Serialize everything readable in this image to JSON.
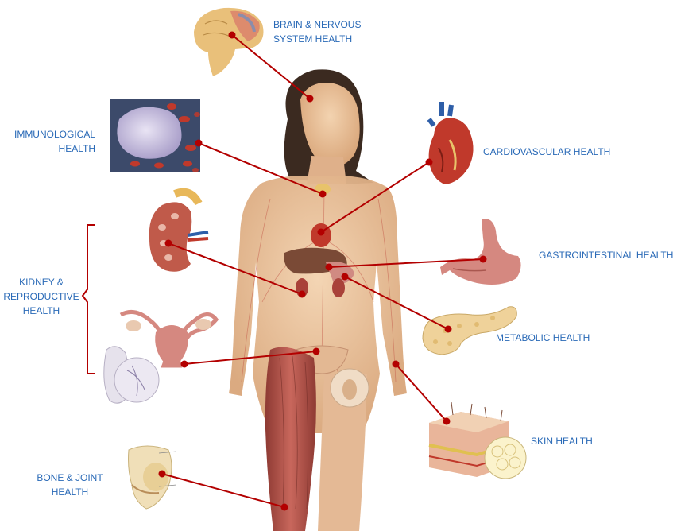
{
  "colors": {
    "label": "#2a6ab7",
    "connector": "#b30000",
    "skin": "#e7bf97",
    "hair": "#3b2a20",
    "muscle": "#b5534a",
    "bracket": "#b30000"
  },
  "labels": {
    "brain": [
      "BRAIN & NERVOUS",
      "SYSTEM HEALTH"
    ],
    "immunological": [
      "IMMUNOLOGICAL",
      "HEALTH"
    ],
    "cardiovascular": [
      "CARDIOVASCULAR HEALTH"
    ],
    "gastrointestinal": [
      "GASTROINTESTINAL HEALTH"
    ],
    "kidney_reproductive": [
      "KIDNEY &",
      "REPRODUCTIVE",
      "HEALTH"
    ],
    "metabolic": [
      "METABOLIC HEALTH"
    ],
    "skin": [
      "SKIN HEALTH"
    ],
    "bone_joint": [
      "BONE & JOINT",
      "HEALTH"
    ]
  },
  "illustrations": [
    "brain-illustration",
    "immune-cell-photo",
    "heart-illustration",
    "stomach-illustration",
    "kidney-illustration",
    "uterus-illustration",
    "testis-illustration",
    "pancreas-illustration",
    "skin-layers-illustration",
    "knee-joint-illustration",
    "female-anatomy-figure"
  ]
}
